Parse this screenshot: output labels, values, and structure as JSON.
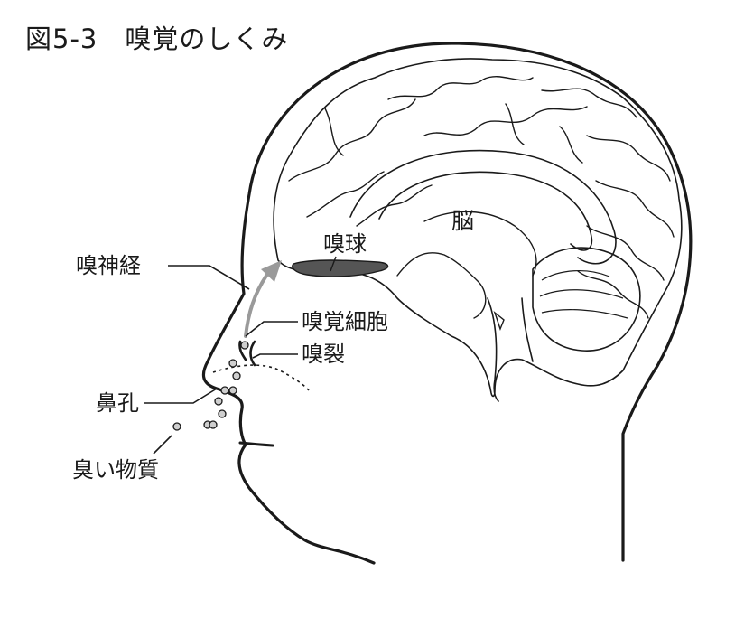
{
  "title": "図5-3　嗅覚のしくみ",
  "labels": {
    "brain": "脳",
    "olfactory_bulb": "嗅球",
    "olfactory_nerve": "嗅神経",
    "olfactory_cells": "嗅覚細胞",
    "olfactory_cleft": "嗅裂",
    "nostril": "鼻孔",
    "odor_substance": "臭い物質"
  },
  "colors": {
    "line": "#1a1a1a",
    "olfactory_bulb_fill": "#555555",
    "arrow": "#9a9a9a",
    "particle_fill": "#cfcfcf"
  }
}
